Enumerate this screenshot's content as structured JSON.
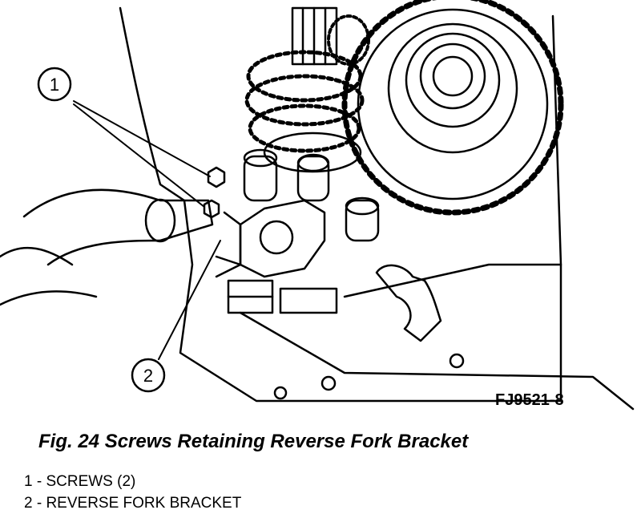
{
  "figure": {
    "code": "FJ9521-8",
    "caption": "Fig. 24 Screws Retaining Reverse Fork Bracket"
  },
  "callouts": [
    {
      "number": "1"
    },
    {
      "number": "2"
    }
  ],
  "legend": [
    {
      "text": "1 - SCREWS (2)"
    },
    {
      "text": "2 - REVERSE FORK BRACKET"
    }
  ]
}
